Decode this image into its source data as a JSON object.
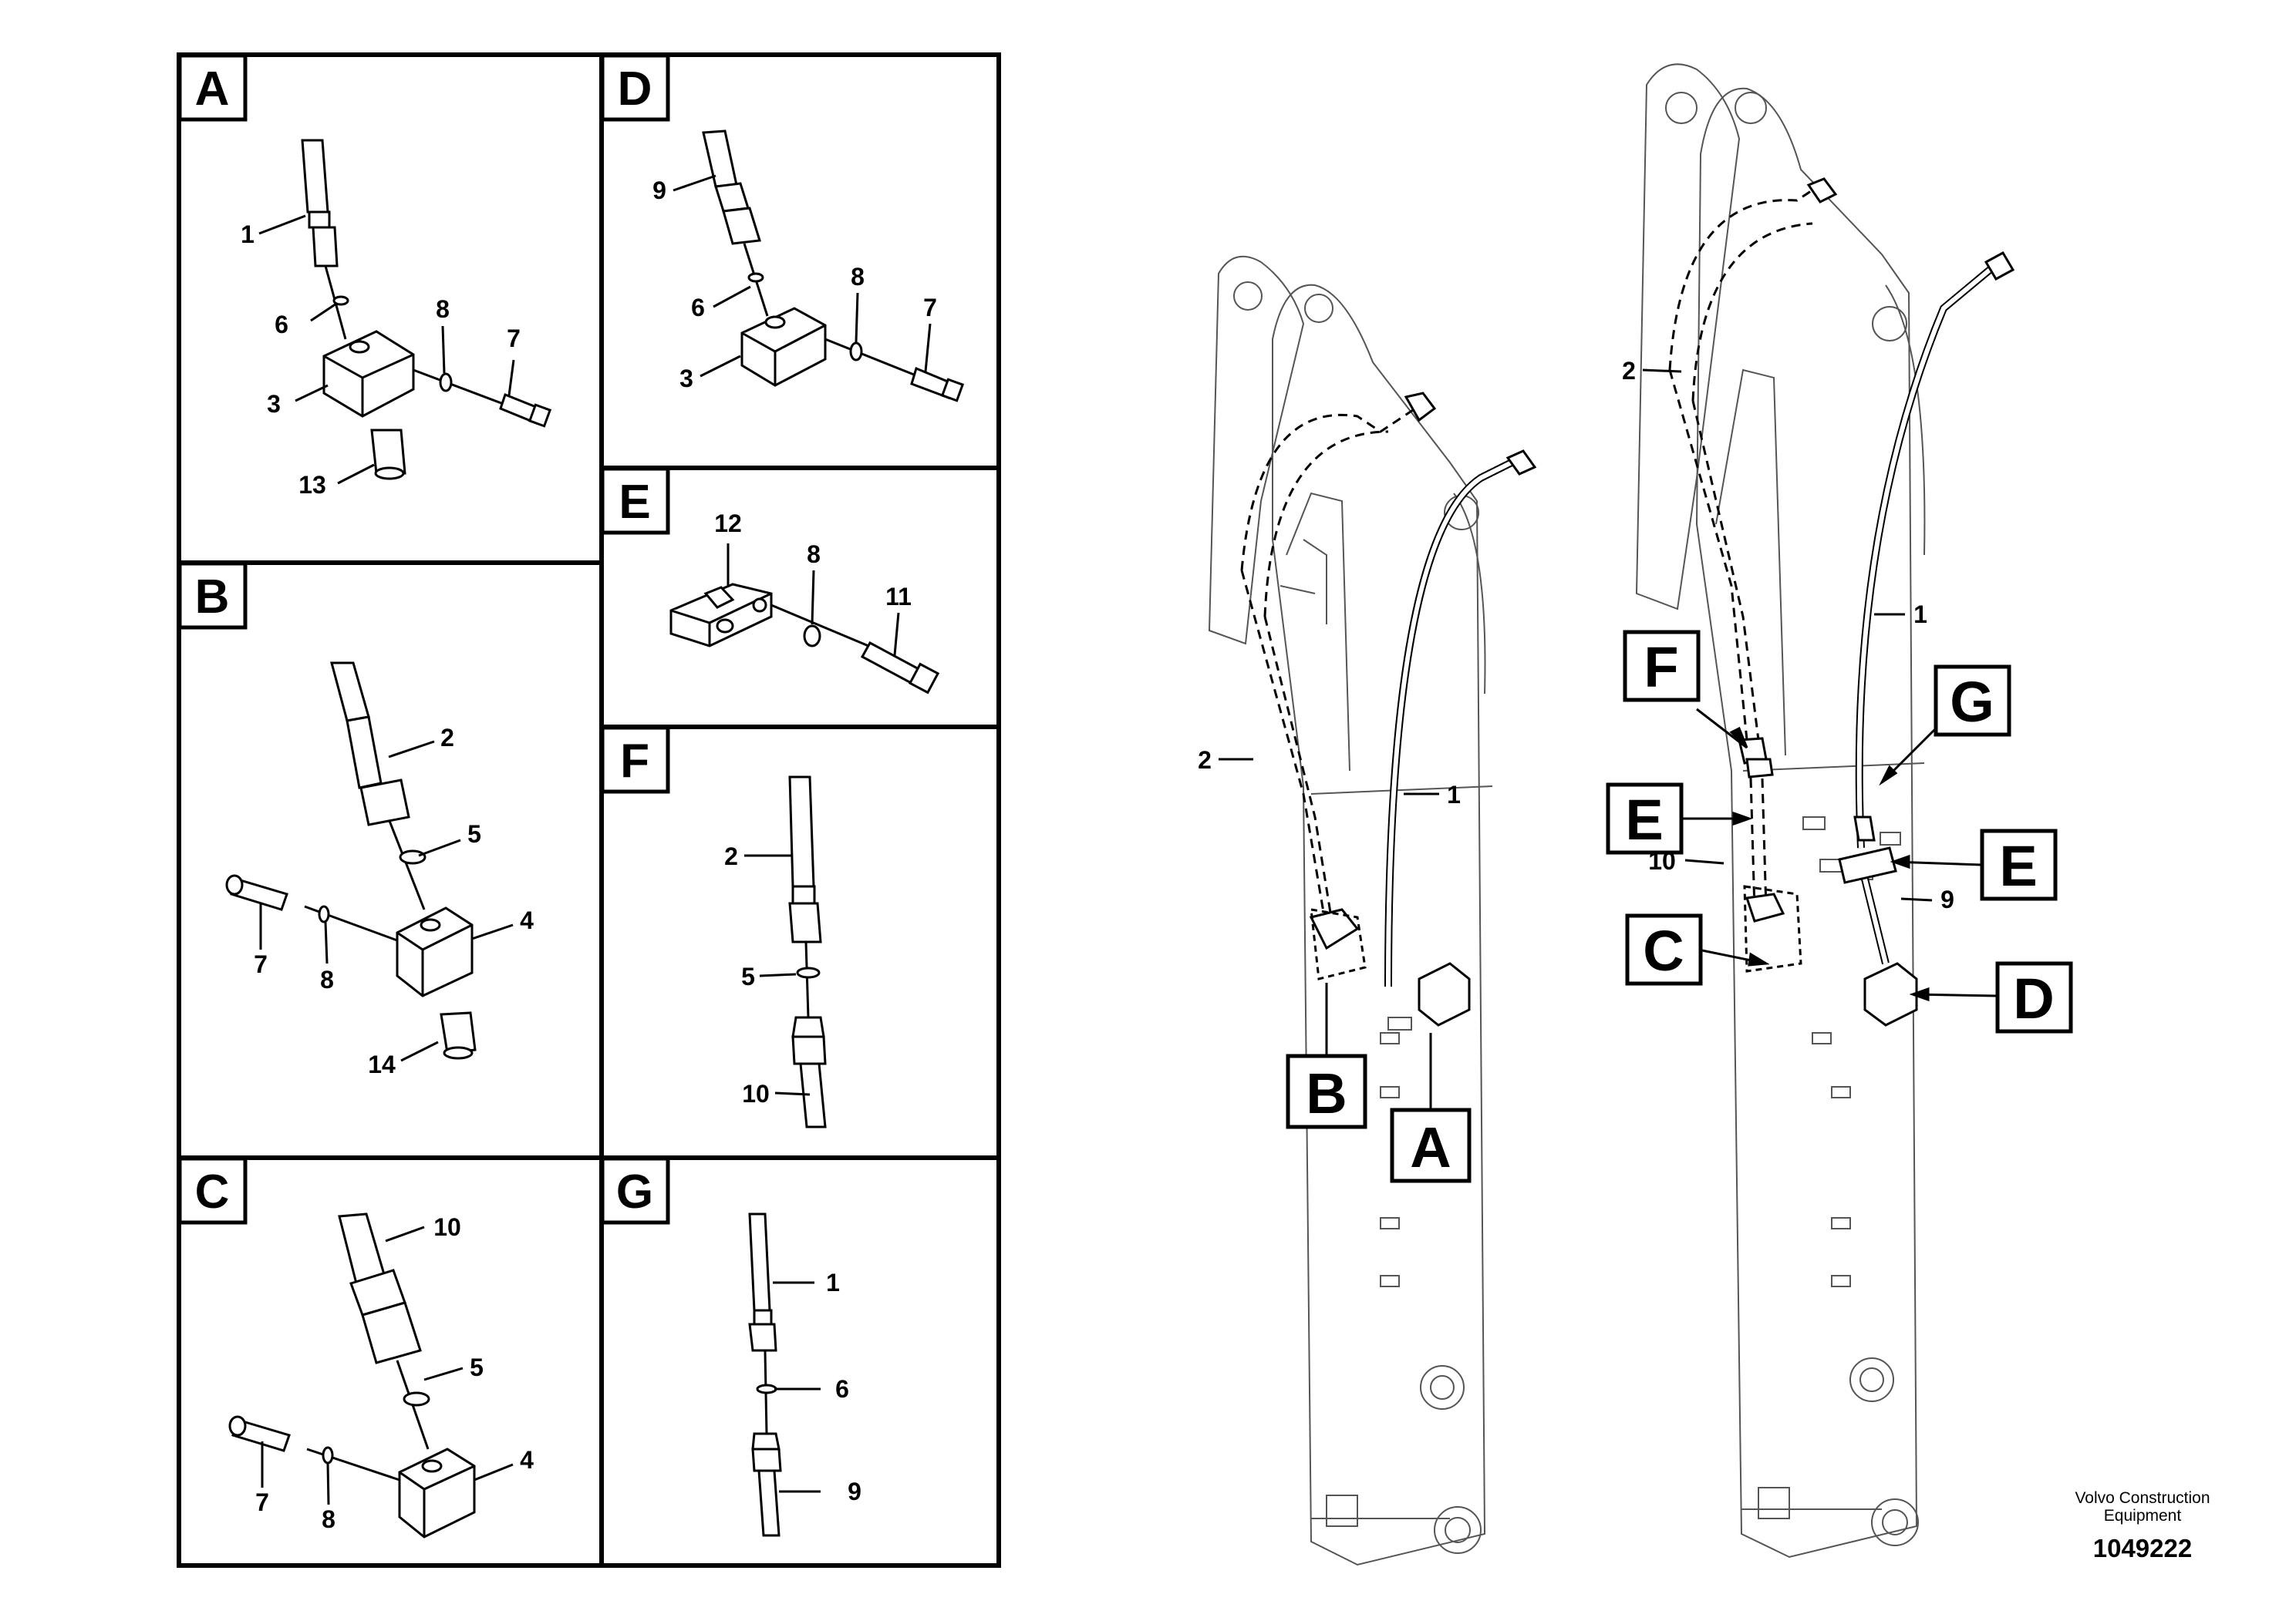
{
  "panels": [
    {
      "letter": "A",
      "callouts": [
        "1",
        "6",
        "3",
        "13",
        "8",
        "7"
      ]
    },
    {
      "letter": "B",
      "callouts": [
        "2",
        "5",
        "4",
        "7",
        "8",
        "14"
      ]
    },
    {
      "letter": "C",
      "callouts": [
        "10",
        "5",
        "4",
        "7",
        "8"
      ]
    },
    {
      "letter": "D",
      "callouts": [
        "9",
        "6",
        "3",
        "8",
        "7"
      ]
    },
    {
      "letter": "E",
      "callouts": [
        "12",
        "8",
        "11"
      ]
    },
    {
      "letter": "F",
      "callouts": [
        "2",
        "5",
        "10"
      ]
    },
    {
      "letter": "G",
      "callouts": [
        "1",
        "6",
        "9"
      ]
    }
  ],
  "left_boom": {
    "callouts": [
      "2",
      "1"
    ],
    "labels": [
      "B",
      "A"
    ]
  },
  "right_boom": {
    "callouts": [
      "2",
      "1",
      "10",
      "9"
    ],
    "labels": [
      "F",
      "G",
      "E",
      "E",
      "C",
      "D"
    ]
  },
  "footer": {
    "company_line1": "Volvo Construction",
    "company_line2": "Equipment",
    "doc_number": "1049222"
  }
}
